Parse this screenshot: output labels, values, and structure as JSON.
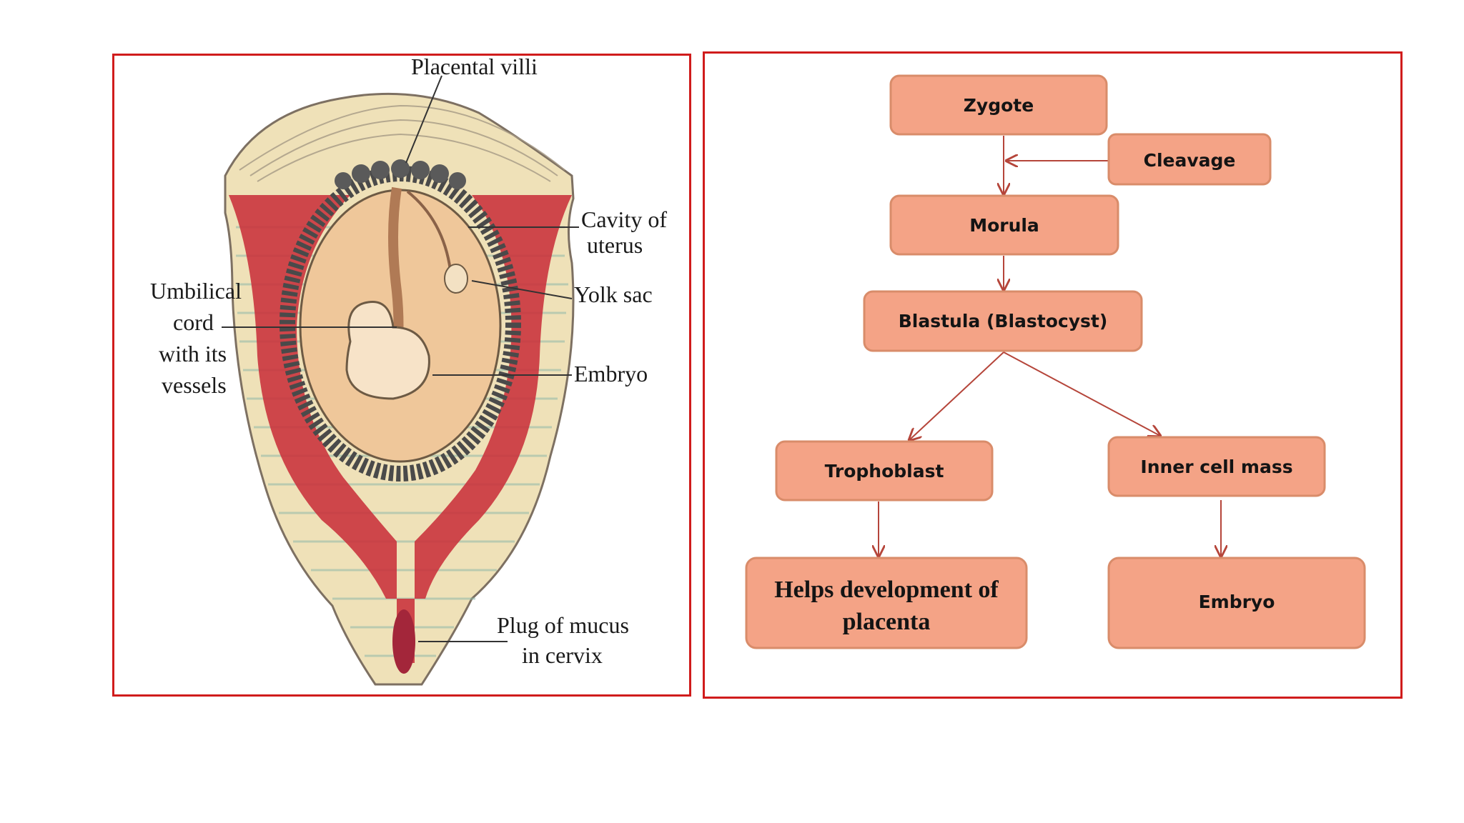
{
  "left_diagram": {
    "labels": {
      "placental_villi": "Placental villi",
      "cavity_line1": "Cavity of",
      "cavity_line2": "uterus",
      "yolk_sac": "Yolk sac",
      "embryo": "Embryo",
      "umbilical_line1": "Umbilical",
      "umbilical_line2": "cord",
      "umbilical_line3": "with its",
      "umbilical_line4": "vessels",
      "plug_line1": "Plug of mucus",
      "plug_line2": "in cervix"
    }
  },
  "flowchart": {
    "zygote": "Zygote",
    "cleavage": "Cleavage",
    "morula": "Morula",
    "blastula": "Blastula (Blastocyst)",
    "trophoblast": "Trophoblast",
    "inner_cell_mass": "Inner cell mass",
    "placenta_line1": "Helps development of",
    "placenta_line2": "placenta",
    "embryo": "Embryo"
  },
  "colors": {
    "border": "#d01c1c",
    "box_fill": "#f4a386",
    "arrow": "#b5453a"
  }
}
